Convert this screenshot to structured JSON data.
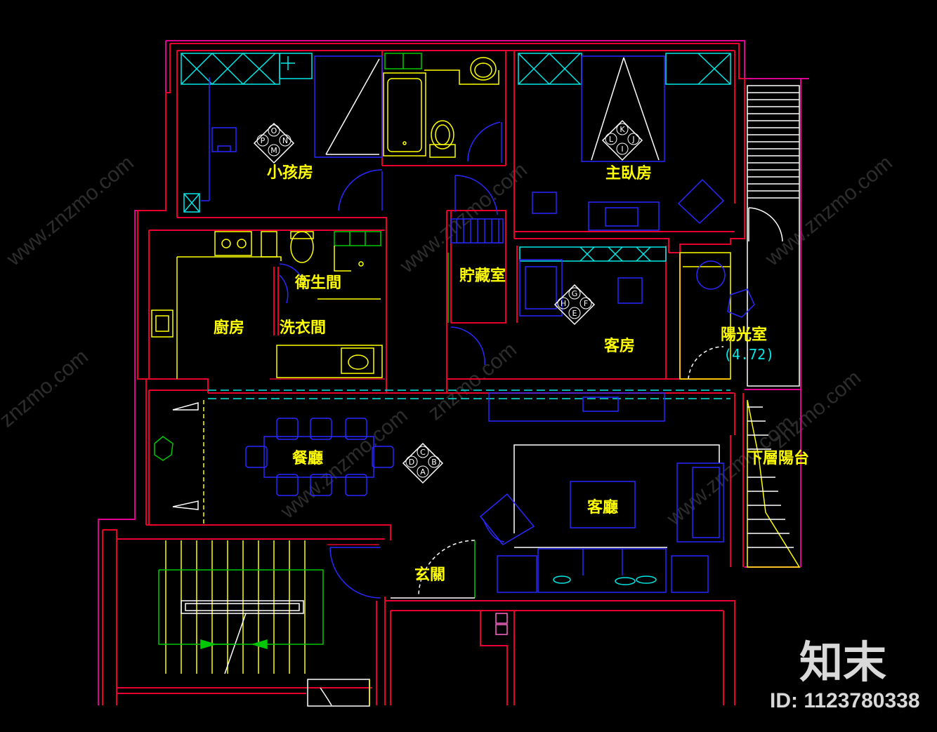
{
  "rooms": {
    "kids_room": "小孩房",
    "master_bedroom": "主臥房",
    "bathroom": "衛生間",
    "storage": "貯藏室",
    "kitchen": "廚房",
    "laundry": "洗衣間",
    "guest_room": "客房",
    "sunroom": "陽光室",
    "sunroom_size": "(4.72)",
    "lower_balcony": "下層陽台",
    "dining_room": "餐廳",
    "living_room": "客廳",
    "entrance": "玄關"
  },
  "tags": {
    "kids": [
      "O",
      "N",
      "M",
      "P"
    ],
    "master": [
      "K",
      "J",
      "I",
      "L"
    ],
    "guest": [
      "G",
      "F",
      "E",
      "H"
    ],
    "dining": [
      "C",
      "B",
      "A",
      "D"
    ]
  },
  "watermark": {
    "brand": "知末",
    "id": "ID: 1123780338",
    "site": "znzmo.com",
    "site_www": "www.znzmo.com"
  },
  "colors": {
    "background": "#000000",
    "wall": "#e8002a",
    "outline": "#e0008f",
    "fixture": "#ffff00",
    "furniture": "#2828ff",
    "cyan": "#00e8e8",
    "green": "#00c800",
    "label": "#ffff00"
  }
}
